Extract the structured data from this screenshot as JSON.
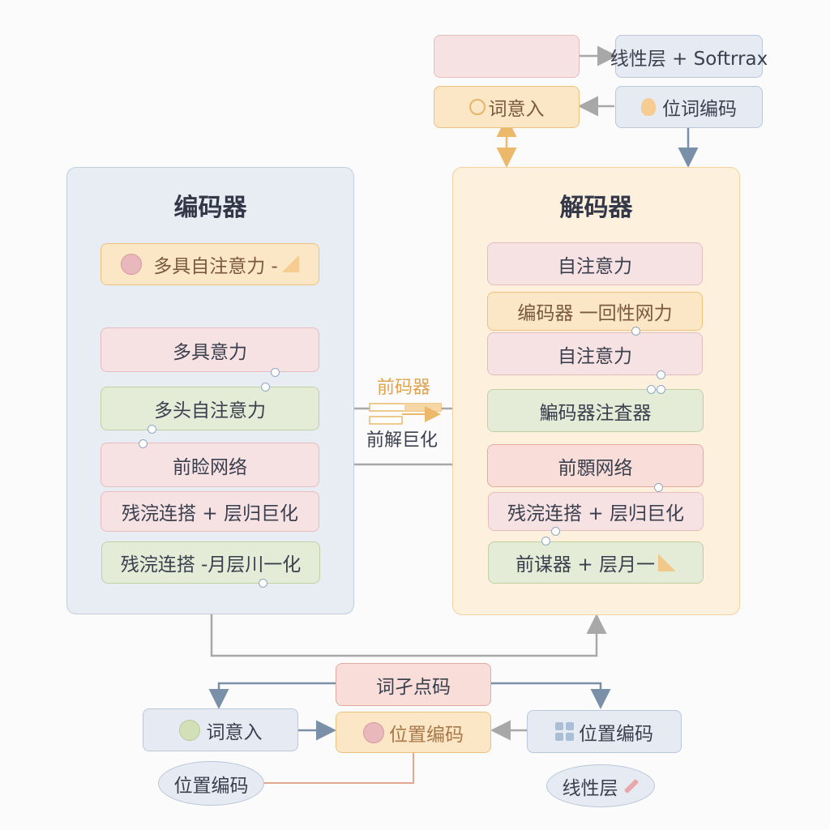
{
  "top": {
    "blank_box": "",
    "linear_softmax": "线性层 + Softrrax",
    "word_embed": "词意入",
    "pos_word_encode": "位词编码"
  },
  "encoder": {
    "title": "编码器",
    "blocks": [
      "多具自注意力 -",
      "多具意力",
      "多头自注意力",
      "前睑网络",
      "残浣连搭 + 层归巨化",
      "残浣连搭 -月层川一化"
    ]
  },
  "decoder": {
    "title": "解码器",
    "blocks": [
      "自注意力",
      "编码器 一回性网力",
      "自注意力",
      "鯿码器注査器",
      "前顋网络",
      "残浣连搭 + 层归巨化",
      "前谋器 + 层月一"
    ]
  },
  "middle": {
    "top_label": "前码器",
    "bottom_label": "前解巨化"
  },
  "bottom": {
    "token_encode": "词孑点码",
    "word_embed": "词意入",
    "pos_encode_center": "位置编码",
    "pos_encode_right": "位置编码",
    "oval_left": "位置编码",
    "oval_right": "线性层"
  },
  "colors": {
    "pink": "#f7e2e3",
    "orange": "#fbe6c6",
    "blue": "#e6ebf3",
    "green": "#e4ecd7",
    "salmon": "#f8ddd8",
    "arrow_gray": "#a8a8a8",
    "arrow_blue": "#7990a8"
  }
}
